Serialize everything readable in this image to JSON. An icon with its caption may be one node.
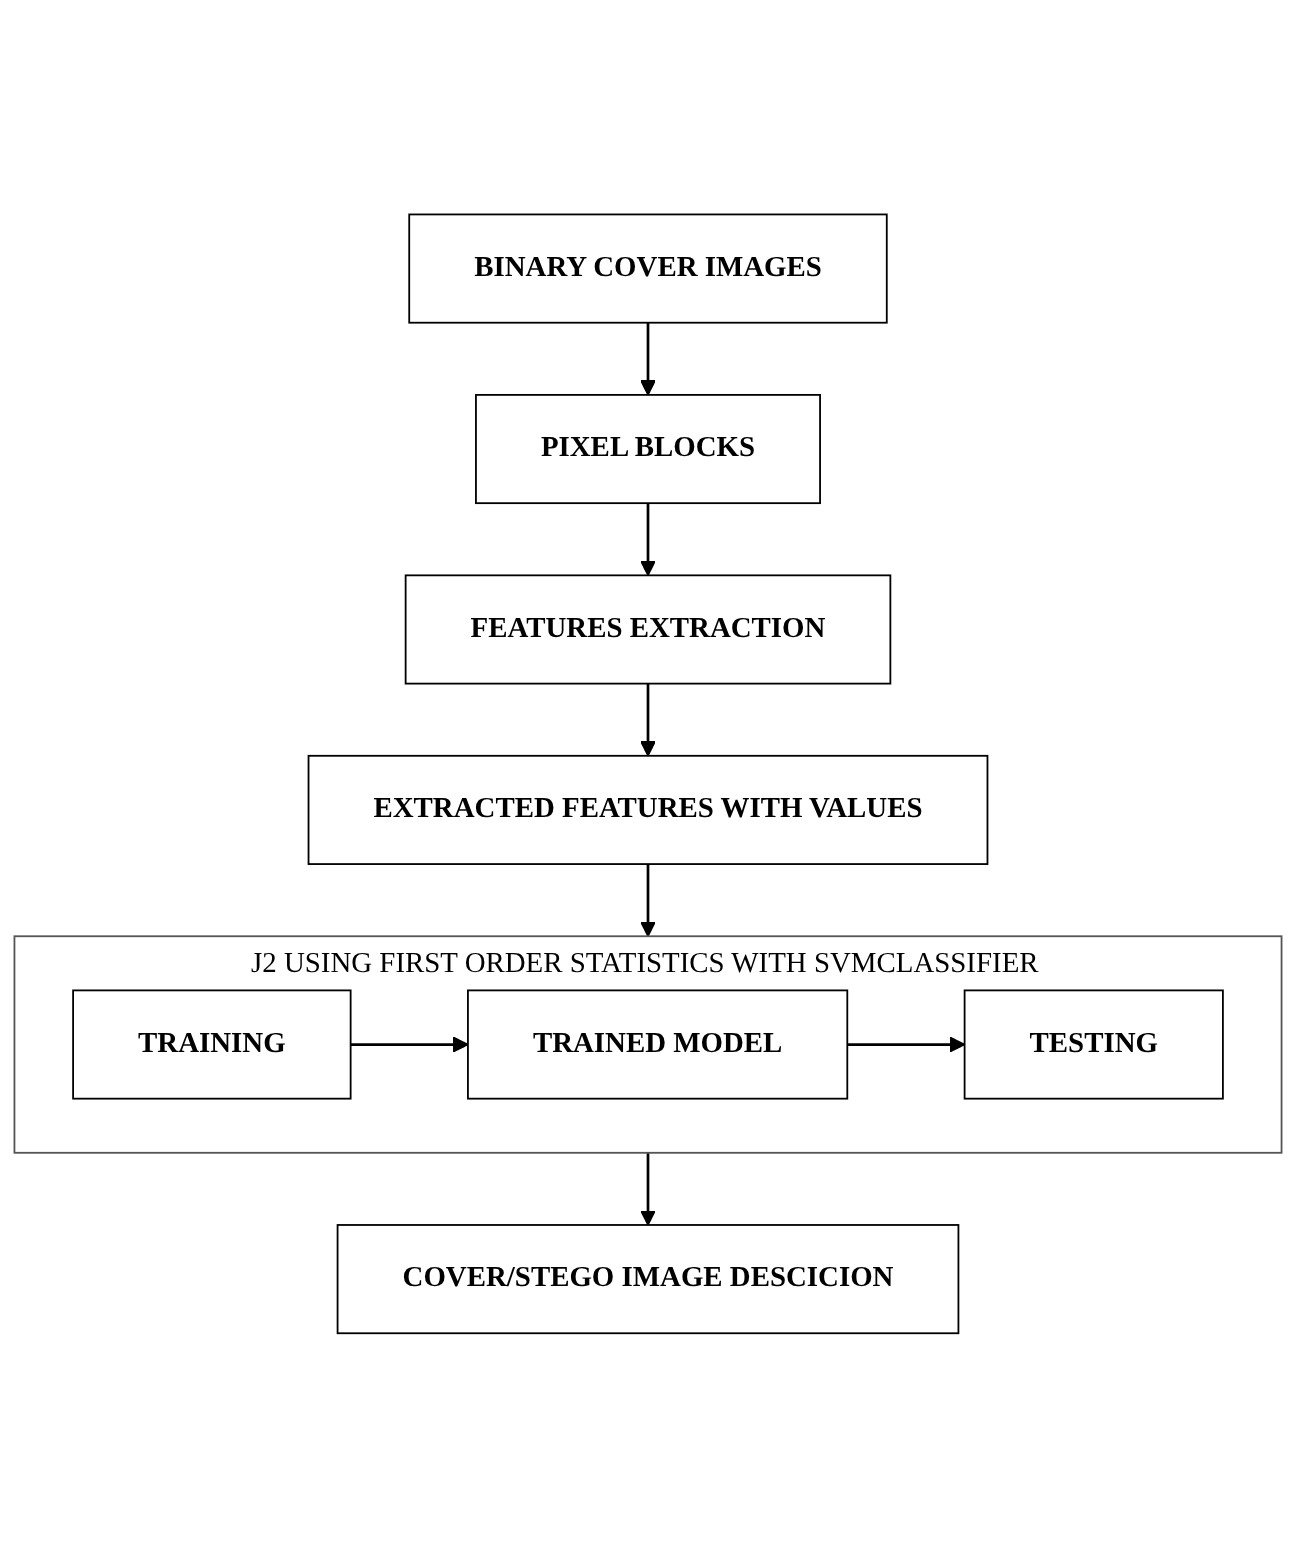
{
  "diagram": {
    "nodes": [
      {
        "text": [
          "BINARY COVER IMAGES"
        ]
      },
      {
        "text": [
          "PIXEL BLOCKS"
        ]
      },
      {
        "text": [
          "FEATURES EXTRACTION"
        ]
      },
      {
        "text": [
          "EXTRACTED FEATURES WITH VALUES"
        ]
      },
      {
        "text": [
          "J2 USING FIRST ORDER STATISTICS WITH SVMCLASSIFIER"
        ]
      },
      {
        "text": [
          "TRAINING"
        ],
        "in": 4
      },
      {
        "text": [
          "TESTING"
        ],
        "in": 4
      },
      {
        "text": [
          "TRAINED MODEL"
        ],
        "in": 4
      },
      {
        "text": [
          "COVER/STEGO IMAGE DESCICION"
        ]
      }
    ],
    "edges": [
      {
        "from": 0,
        "to": 1,
        "arrow": "to"
      },
      {
        "from": 1,
        "to": 2,
        "arrow": "to"
      },
      {
        "from": 2,
        "to": 3,
        "arrow": "to"
      },
      {
        "from": 3,
        "to": 4,
        "arrow": "to"
      },
      {
        "from": 5,
        "to": 7,
        "arrow": "to"
      },
      {
        "from": 7,
        "to": 6,
        "arrow": "to"
      },
      {
        "from": 4,
        "to": 8,
        "arrow": "to"
      }
    ]
  }
}
